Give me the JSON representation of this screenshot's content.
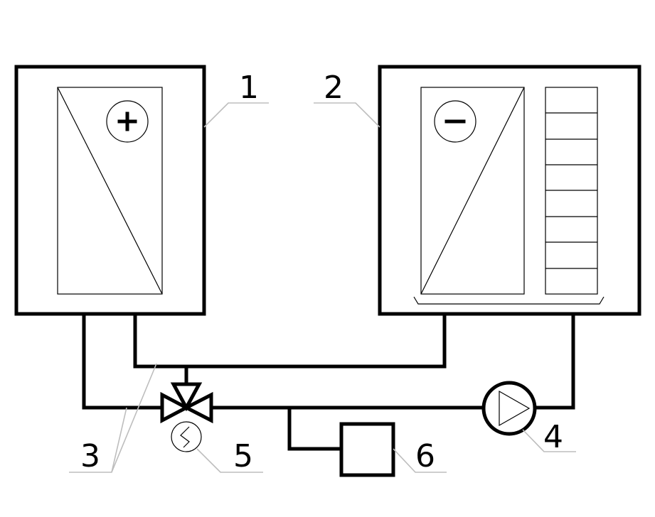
{
  "labels": {
    "left_unit": "1",
    "right_unit": "2",
    "pipes": "3",
    "pump": "4",
    "valve_heater": "5",
    "box": "6"
  },
  "electrodes": {
    "positive_sign": "+",
    "negative_sign": "−"
  },
  "colors": {
    "line": "#000000",
    "leader": "#bdbdbd",
    "background": "#ffffff"
  }
}
